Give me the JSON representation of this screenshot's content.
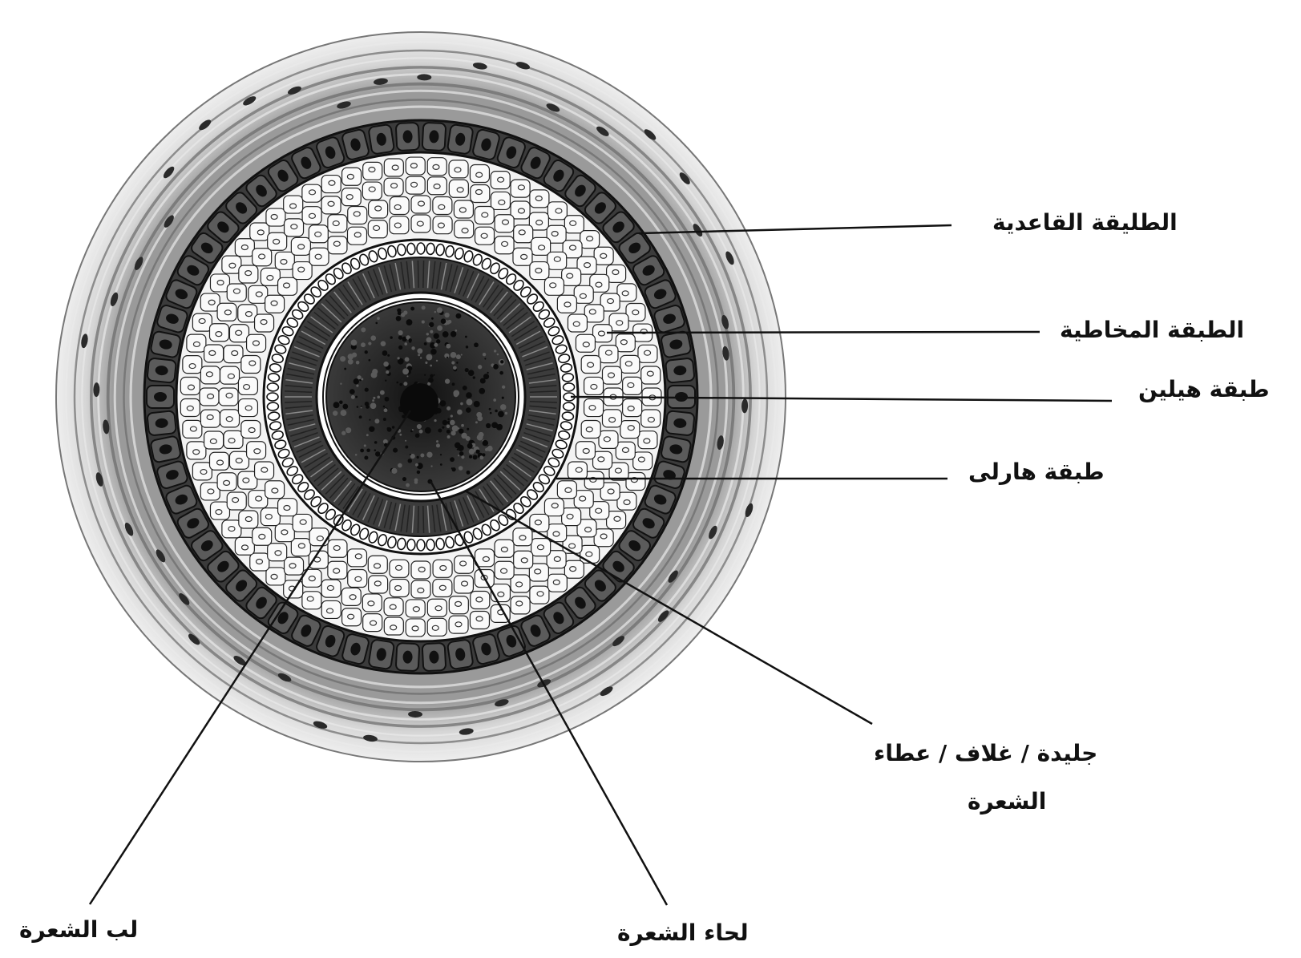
{
  "labels": {
    "basal_layer": "الطليقة القاعدية",
    "mucosal_layer": "الطبقة المخاطية",
    "henle_layer": "طبقة هيلين",
    "huxley_layer": "طبقة هارلى",
    "cuticle_line1": "جليدة / غلاف / عطاء",
    "cuticle_line2": "الشعرة",
    "hair_medulla": "لب الشعرة",
    "hair_cortex": "لحاء الشعرة"
  },
  "colors": {
    "ink": "#111111",
    "basal_cells": "#4a4a4a",
    "connective_tissue": "#bdbdbd",
    "outer_sheath_cells": "#f1f1f1",
    "inner_sheath": "#3c3c3c",
    "cortex": "#2e2e2e",
    "medulla": "#0d0d0d"
  }
}
